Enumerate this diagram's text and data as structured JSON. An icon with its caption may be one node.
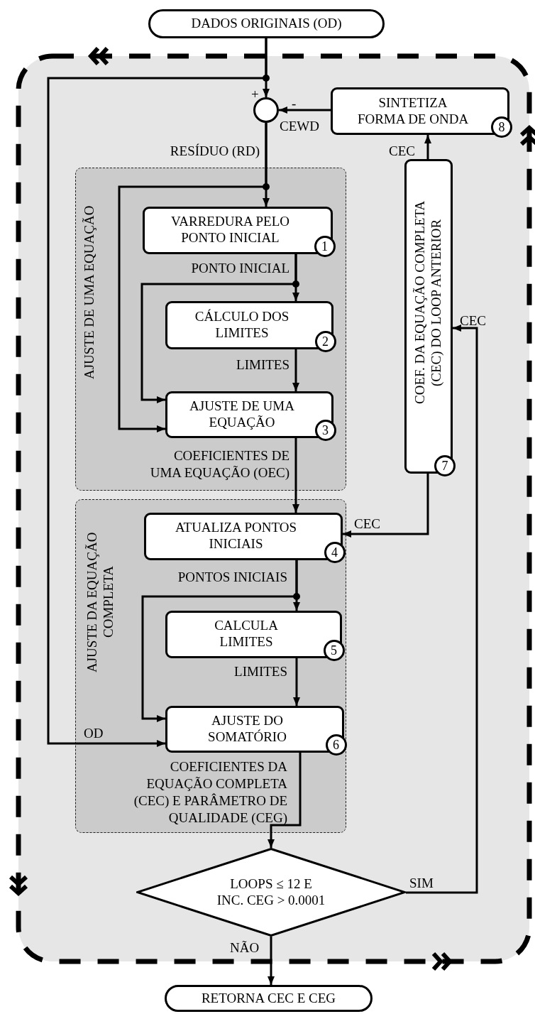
{
  "diagram": {
    "nodes": [
      {
        "text": [
          "DADOS ORIGINAIS (OD)"
        ]
      },
      {
        "text": [],
        "shape": "circle",
        "beside": [
          "+",
          "-"
        ]
      },
      {
        "text": [
          "SINTETIZA FORMA DE ONDA",
          "8"
        ]
      },
      {
        "text": [
          "AJUSTE DE UMA EQUAÇÃO"
        ]
      },
      {
        "text": [
          "VARREDURA PELO PONTO INICIAL",
          "1"
        ],
        "in": 3
      },
      {
        "text": [
          "CÁLCULO DOS LIMITES",
          "2"
        ],
        "in": 3
      },
      {
        "text": [
          "AJUSTE DE UMA EQUAÇÃO",
          "3"
        ],
        "in": 3
      },
      {
        "text": [
          "COEF. DA EQUAÇÃO COMPLETA (CEC) DO LOOP ANTERIOR",
          "7"
        ]
      },
      {
        "text": [
          "AJUSTE DA EQUAÇÃO COMPLETA"
        ]
      },
      {
        "text": [
          "ATUALIZA PONTOS INICIAIS",
          "4"
        ],
        "in": 8
      },
      {
        "text": [
          "CALCULA LIMITES",
          "5"
        ],
        "in": 8
      },
      {
        "text": [
          "AJUSTE DO SOMATÓRIO",
          "6"
        ],
        "in": 8
      },
      {
        "text": [
          "LOOPS ≤ 12 E INC. CEG > 0.0001"
        ]
      },
      {
        "text": [
          "RETORNA CEC E CEG"
        ]
      }
    ],
    "edges": [
      {
        "from": 0,
        "to": 1,
        "arrow": "to"
      },
      {
        "from": 0,
        "to": 11,
        "arrow": "to",
        "label": "OD"
      },
      {
        "from": 2,
        "to": 1,
        "arrow": "to",
        "label": "CEWD"
      },
      {
        "from": 1,
        "to": 4,
        "arrow": "to",
        "label": "RESÍDUO (RD)"
      },
      {
        "from": 1,
        "to": 6,
        "arrow": "to"
      },
      {
        "from": 4,
        "to": 5,
        "arrow": "to",
        "label": "PONTO INICIAL"
      },
      {
        "from": 4,
        "to": 6,
        "arrow": "to"
      },
      {
        "from": 5,
        "to": 6,
        "arrow": "to",
        "label": "LIMITES"
      },
      {
        "from": 6,
        "to": 9,
        "arrow": "to",
        "label": "COEFICIENTES DE UMA EQUAÇÃO (OEC)"
      },
      {
        "from": 7,
        "to": 2,
        "arrow": "to",
        "label": "CEC"
      },
      {
        "from": 7,
        "to": 9,
        "arrow": "to",
        "label": "CEC"
      },
      {
        "from": 9,
        "to": 10,
        "arrow": "to",
        "label": "PONTOS INICIAIS"
      },
      {
        "from": 9,
        "to": 11,
        "arrow": "to"
      },
      {
        "from": 10,
        "to": 11,
        "arrow": "to",
        "label": "LIMITES"
      },
      {
        "from": 11,
        "to": 12,
        "arrow": "to",
        "label": "COEFICIENTES DA EQUAÇÃO COMPLETA (CEC) E PARÂMETRO DE QUALIDADE (CEG)"
      },
      {
        "from": 12,
        "to": 7,
        "arrow": "to",
        "label": "SIM"
      },
      {
        "from": 12,
        "to": 13,
        "arrow": "to",
        "label": "NÃO"
      }
    ],
    "labels": [
      "CEC"
    ]
  }
}
